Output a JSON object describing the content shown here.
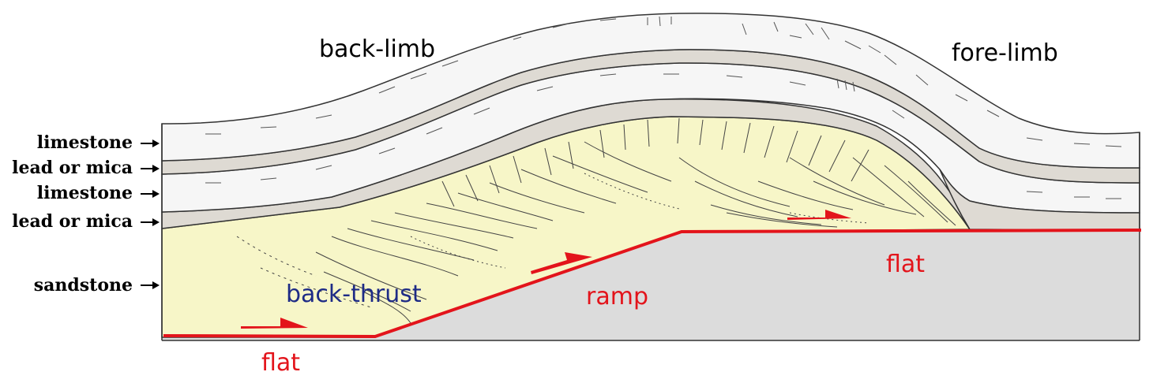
{
  "labels": {
    "back_limb": "back-limb",
    "fore_limb": "fore-limb",
    "back_thrust": "back-thrust",
    "ramp": "ramp",
    "flat_left": "flat",
    "flat_right": "flat"
  },
  "layers": [
    {
      "label": "limestone"
    },
    {
      "label": "lead or mica"
    },
    {
      "label": "limestone"
    },
    {
      "label": "lead or mica"
    },
    {
      "label": "sandstone"
    }
  ],
  "colors": {
    "limestone": "#f6f6f6",
    "mica": "#dedad3",
    "sandstone": "#f7f6c8",
    "basement": "#dcdcdc",
    "fault": "#e3141b",
    "back_thrust_text": "#1e2b86",
    "outline": "#333333"
  }
}
